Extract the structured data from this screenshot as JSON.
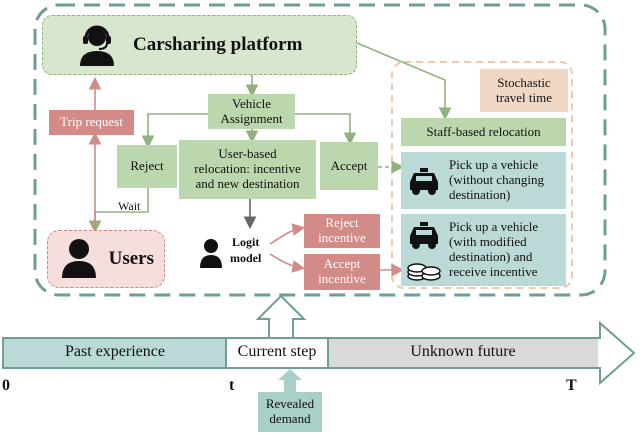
{
  "platform": {
    "title": "Carsharing platform"
  },
  "trip_request": "Trip request",
  "users": "Users",
  "vehicle_assignment": "Vehicle\nAssignment",
  "reject": "Reject",
  "accept": "Accept",
  "user_based_relocation": "User-based\nrelocation: incentive\nand new destination",
  "wait": "Wait",
  "logit_model": "Logit\nmodel",
  "reject_incentive": "Reject\nincentive",
  "accept_incentive": "Accept\nincentive",
  "stochastic": "Stochastic\ntravel time",
  "staff_relocation": "Staff-based relocation",
  "pickup_1": "Pick up a vehicle\n(without changing\ndestination)",
  "pickup_2": "Pick up a vehicle\n(with modified\ndestination) and\nreceive incentive",
  "timeline": {
    "past": "Past experience",
    "current": "Current step",
    "future": "Unknown future",
    "label_0": "0",
    "label_t": "t",
    "label_T": "T"
  },
  "revealed_demand": "Revealed\ndemand",
  "colors": {
    "green": "#bcd6ae",
    "teal": "#bad9d7",
    "pink": "#d28b87",
    "peach_border": "#efc9a9",
    "frame": "#6e9e96",
    "gray": "#d9d9d9"
  }
}
